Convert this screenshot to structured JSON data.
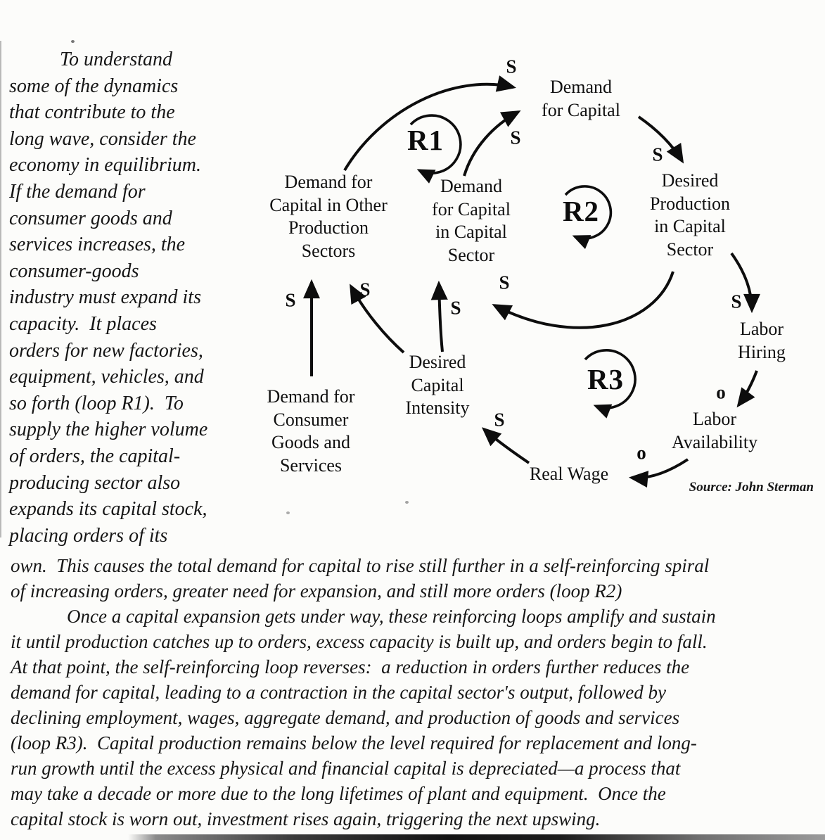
{
  "page": {
    "left_column_lines": [
      "To understand",
      "some of the dynamics",
      "that contribute to the",
      "long wave, consider the",
      "economy in equilibrium.",
      "If the demand for",
      "consumer goods and",
      "services increases, the",
      "consumer-goods",
      "industry must expand its",
      "capacity.  It places",
      "orders for new factories,",
      "equipment, vehicles, and",
      "so forth (loop R1).  To",
      "supply the higher volume",
      "of orders, the capital-",
      "producing sector also",
      "expands its capital stock,",
      "placing orders of its"
    ],
    "bottom_lines": [
      "own.  This causes the total demand for capital to rise still further in a self-reinforcing spiral",
      "of increasing orders, greater need for expansion, and still more orders (loop R2)",
      "Once a capital expansion gets under way, these reinforcing loops amplify and sustain",
      "it until production catches up to orders, excess capacity is built up, and orders begin to fall.",
      "At that point, the self-reinforcing loop reverses:  a reduction in orders further reduces the",
      "demand for capital, leading to a contraction in the capital sector's output, followed by",
      "declining employment, wages, aggregate demand, and production of goods and services",
      "(loop R3).  Capital production remains below the level required for replacement and long-",
      "run growth until the excess physical and financial capital is depreciated—a process that",
      "may take a decade or more due to the long lifetimes of plant and equipment.  Once the",
      "capital stock is worn out, investment rises again, triggering the next upswing."
    ]
  },
  "diagram": {
    "nodes": {
      "demand_for_capital": "Demand\nfor Capital",
      "demand_capital_other": "Demand for\nCapital in Other\nProduction\nSectors",
      "demand_capital_sector": "Demand\nfor Capital\nin Capital\nSector",
      "desired_production": "Desired\nProduction\nin Capital\nSector",
      "labor_hiring": "Labor\nHiring",
      "labor_availability": "Labor\nAvailability",
      "real_wage": "Real Wage",
      "desired_capital_intensity": "Desired\nCapital\nIntensity",
      "demand_consumer": "Demand for\nConsumer\nGoods and\nServices"
    },
    "loops": {
      "r1": "R1",
      "r2": "R2",
      "r3": "R3"
    },
    "signs": {
      "other_to_dfc_s": "S",
      "capsec_to_dfc_s": "S",
      "dfc_to_desprod_s": "S",
      "desprod_to_hiring_s": "S",
      "hiring_to_avail_o": "o",
      "avail_to_wage_o": "o",
      "wage_to_intensity_s": "S",
      "intensity_to_capsec_s": "S",
      "desprod_to_capsec_s": "S",
      "intensity_to_other_s": "S",
      "consumer_to_other_s": "S"
    },
    "source": "Source:  John Sterman"
  }
}
